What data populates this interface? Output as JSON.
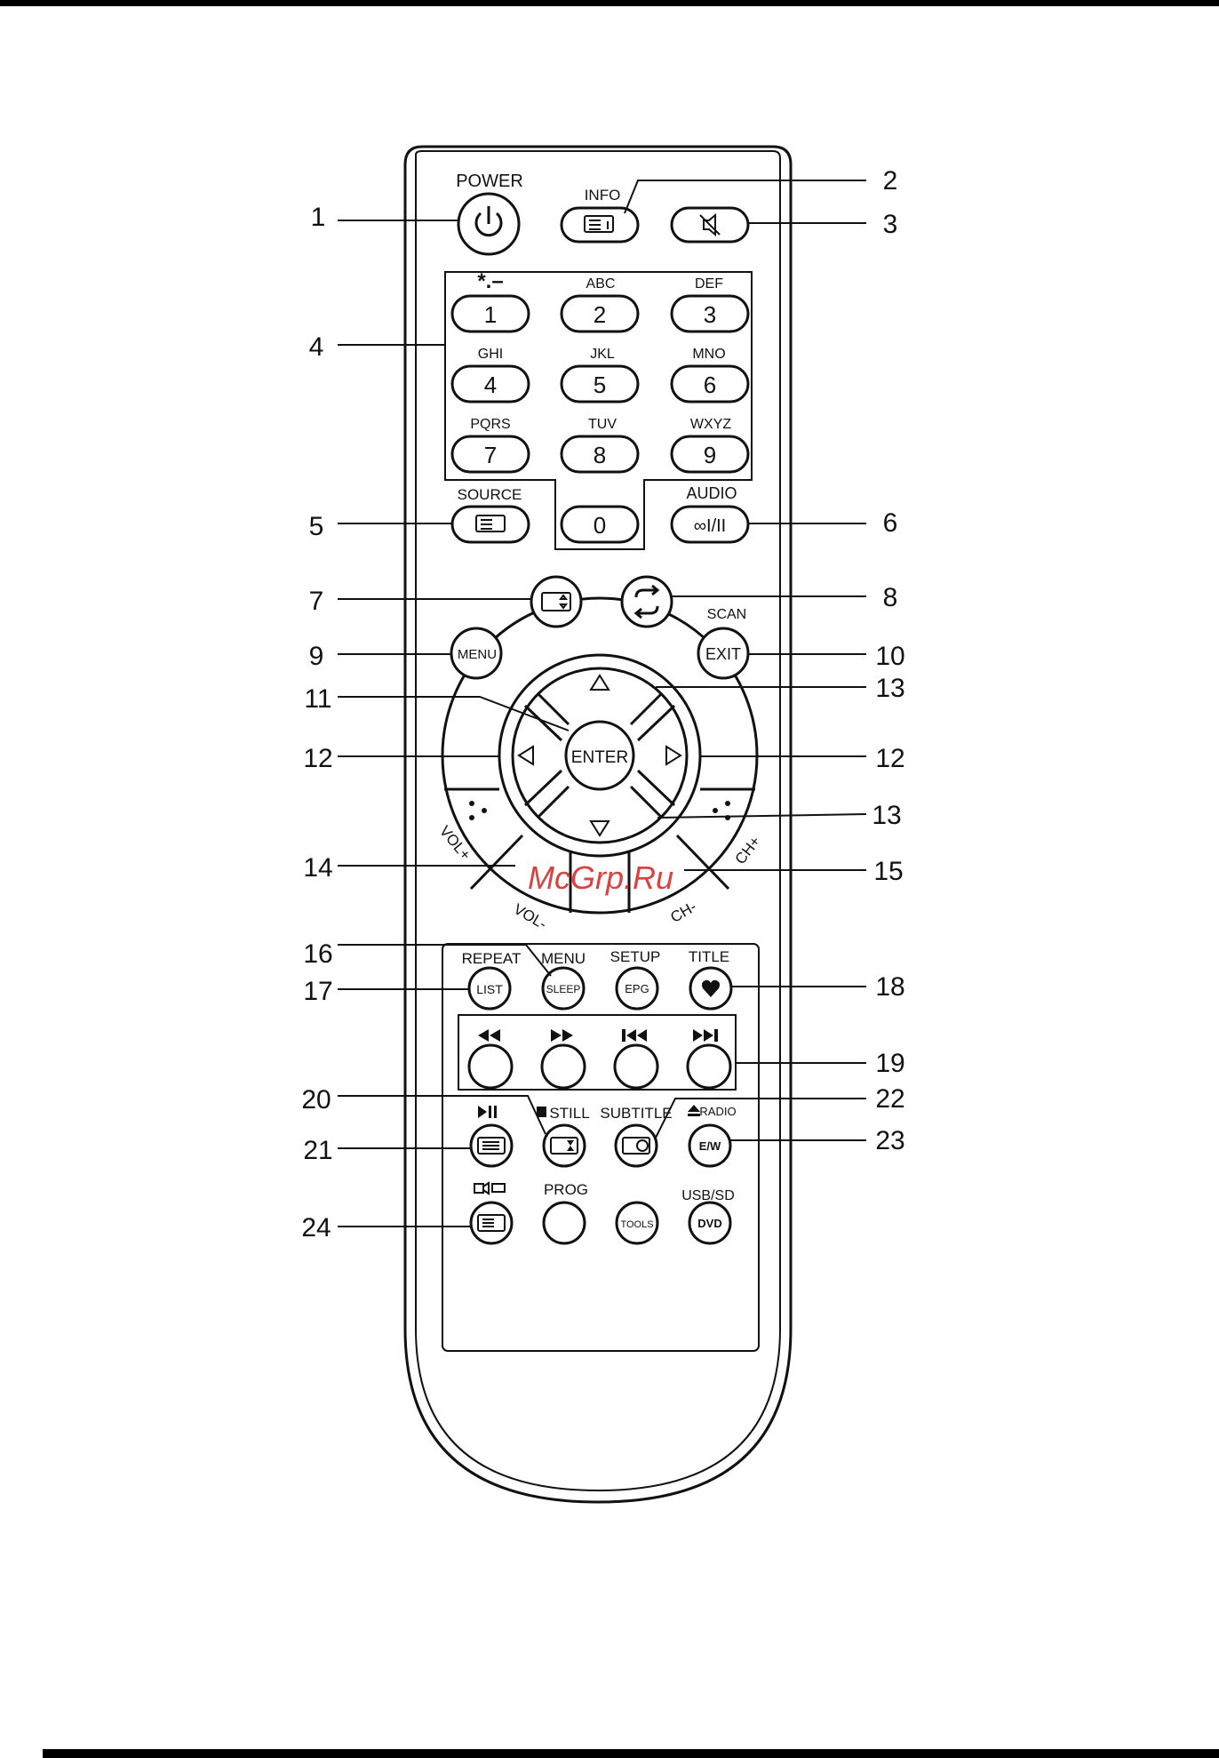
{
  "watermark": "McGrp.Ru",
  "colors": {
    "ink": "#111111",
    "watermark": "#d42020",
    "background": "#ffffff"
  },
  "callouts": {
    "c1": "1",
    "c2": "2",
    "c3": "3",
    "c4": "4",
    "c5": "5",
    "c6": "6",
    "c7": "7",
    "c8": "8",
    "c9": "9",
    "c10": "10",
    "c11": "11",
    "c12l": "12",
    "c12r": "12",
    "c13a": "13",
    "c13b": "13",
    "c14": "14",
    "c15": "15",
    "c16": "16",
    "c17": "17",
    "c18": "18",
    "c19": "19",
    "c20": "20",
    "c21": "21",
    "c22": "22",
    "c23": "23",
    "c24": "24"
  },
  "labels": {
    "power": "POWER",
    "info": "INFO",
    "symbols": "*.–",
    "abc": "ABC",
    "def": "DEF",
    "ghi": "GHI",
    "jkl": "JKL",
    "mno": "MNO",
    "pqrs": "PQRS",
    "tuv": "TUV",
    "wxyz": "WXYZ",
    "source": "SOURCE",
    "audio": "AUDIO",
    "scan": "SCAN",
    "vol_plus": "VOL+",
    "vol_minus": "VOL-",
    "ch_plus": "CH+",
    "ch_minus": "CH-",
    "repeat": "REPEAT",
    "menu2": "MENU",
    "setup": "SETUP",
    "title": "TITLE",
    "still": "STILL",
    "subtitle": "SUBTITLE",
    "radio": "RADIO",
    "prog": "PROG",
    "usb_sd": "USB/SD"
  },
  "keys": {
    "k1": "1",
    "k2": "2",
    "k3": "3",
    "k4": "4",
    "k5": "5",
    "k6": "6",
    "k7": "7",
    "k8": "8",
    "k9": "9",
    "k0": "0",
    "audio_key": "∞I/II",
    "menu": "MENU",
    "exit": "EXIT",
    "enter": "ENTER",
    "list": "LIST",
    "sleep": "SLEEP",
    "epg": "EPG",
    "ew": "E/W",
    "tools": "TOOLS",
    "dvd": "DVD"
  }
}
